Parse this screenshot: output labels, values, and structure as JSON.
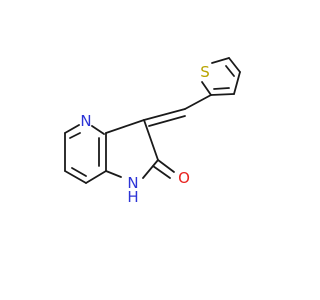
{
  "molecule": {
    "atoms": {
      "S": {
        "symbol": "S",
        "color": "#b8a400"
      },
      "N_pyridine": {
        "symbol": "N",
        "color": "#2c34d6"
      },
      "O": {
        "symbol": "O",
        "color": "#e8231f"
      },
      "NH": {
        "symbol": "N",
        "h_symbol": "H",
        "color": "#2c34d6"
      }
    }
  }
}
